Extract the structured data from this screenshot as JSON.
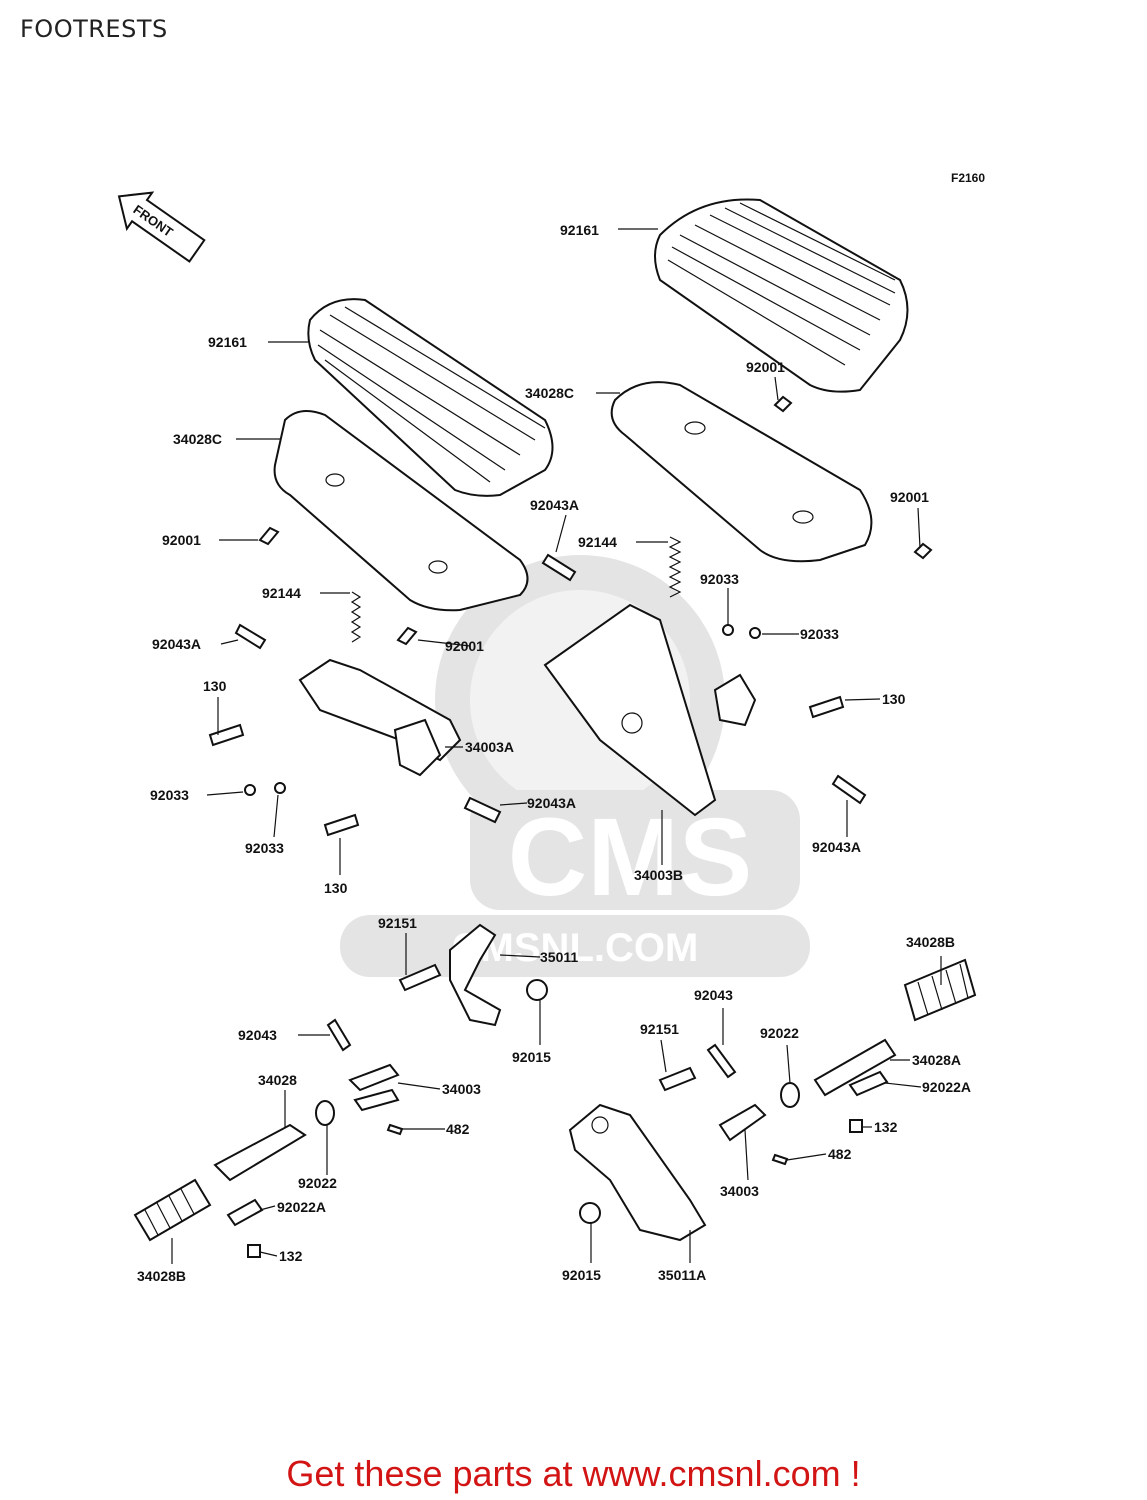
{
  "page": {
    "title": "FOOTRESTS"
  },
  "diagram": {
    "code": "F2160",
    "front_label": "FRONT"
  },
  "watermark": {
    "brand": "CMS",
    "url": "CMSNL.COM"
  },
  "callouts": [
    {
      "id": "92161_right",
      "text": "92161"
    },
    {
      "id": "92161_left",
      "text": "92161"
    },
    {
      "id": "34028C_right",
      "text": "34028C"
    },
    {
      "id": "34028C_left",
      "text": "34028C"
    },
    {
      "id": "92001_a",
      "text": "92001"
    },
    {
      "id": "92001_b",
      "text": "92001"
    },
    {
      "id": "92001_c",
      "text": "92001"
    },
    {
      "id": "92001_d",
      "text": "92001"
    },
    {
      "id": "92043A_a",
      "text": "92043A"
    },
    {
      "id": "92043A_b",
      "text": "92043A"
    },
    {
      "id": "92043A_c",
      "text": "92043A"
    },
    {
      "id": "92043A_d",
      "text": "92043A"
    },
    {
      "id": "92144_a",
      "text": "92144"
    },
    {
      "id": "92144_b",
      "text": "92144"
    },
    {
      "id": "92033_a",
      "text": "92033"
    },
    {
      "id": "92033_b",
      "text": "92033"
    },
    {
      "id": "92033_c",
      "text": "92033"
    },
    {
      "id": "92033_d",
      "text": "92033"
    },
    {
      "id": "130_a",
      "text": "130"
    },
    {
      "id": "130_b",
      "text": "130"
    },
    {
      "id": "130_c",
      "text": "130"
    },
    {
      "id": "34003A",
      "text": "34003A"
    },
    {
      "id": "34003B",
      "text": "34003B"
    },
    {
      "id": "92151_a",
      "text": "92151"
    },
    {
      "id": "92151_b",
      "text": "92151"
    },
    {
      "id": "35011",
      "text": "35011"
    },
    {
      "id": "35011A",
      "text": "35011A"
    },
    {
      "id": "92015_a",
      "text": "92015"
    },
    {
      "id": "92015_b",
      "text": "92015"
    },
    {
      "id": "92043_a",
      "text": "92043"
    },
    {
      "id": "92043_b",
      "text": "92043"
    },
    {
      "id": "34028",
      "text": "34028"
    },
    {
      "id": "34003_a",
      "text": "34003"
    },
    {
      "id": "34003_b",
      "text": "34003"
    },
    {
      "id": "482_a",
      "text": "482"
    },
    {
      "id": "482_b",
      "text": "482"
    },
    {
      "id": "92022_a",
      "text": "92022"
    },
    {
      "id": "92022_b",
      "text": "92022"
    },
    {
      "id": "92022A_a",
      "text": "92022A"
    },
    {
      "id": "92022A_b",
      "text": "92022A"
    },
    {
      "id": "132_a",
      "text": "132"
    },
    {
      "id": "132_b",
      "text": "132"
    },
    {
      "id": "34028B_a",
      "text": "34028B"
    },
    {
      "id": "34028B_b",
      "text": "34028B"
    },
    {
      "id": "34028A",
      "text": "34028A"
    }
  ],
  "footer": {
    "text": "Get these parts at www.cmsnl.com !"
  }
}
